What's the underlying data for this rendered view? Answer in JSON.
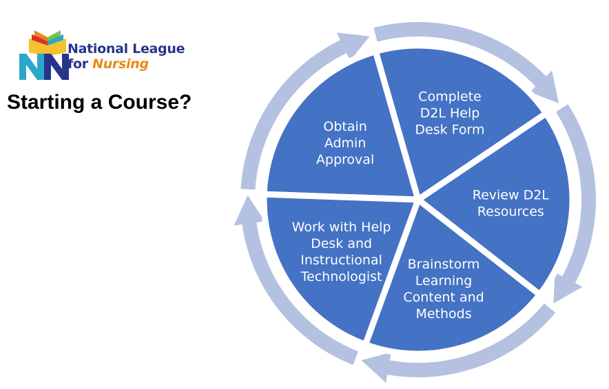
{
  "logo": {
    "org_line1": "National League",
    "org_line2_prefix": "for ",
    "org_line2_word": "Nursing",
    "colors": {
      "navy": "#27348b",
      "orange": "#e98a15",
      "teal": "#2aa7c9",
      "yellow": "#f2c230",
      "red": "#d9342b"
    },
    "icon": "book-nn-logo-icon"
  },
  "title": "Starting a Course?",
  "cycle": {
    "colors": {
      "segment": "#4472c4",
      "arrow": "#b4c1e0",
      "separator": "#ffffff"
    },
    "steps": [
      {
        "lines": [
          "Obtain",
          "Admin",
          "Approval"
        ]
      },
      {
        "lines": [
          "Complete",
          "D2L Help",
          "Desk Form"
        ]
      },
      {
        "lines": [
          "Review D2L",
          "Resources"
        ]
      },
      {
        "lines": [
          "Brainstorm",
          "Learning",
          "Content and",
          "Methods"
        ]
      },
      {
        "lines": [
          "Work with Help",
          "Desk and",
          "Instructional",
          "Technologist"
        ]
      }
    ]
  }
}
